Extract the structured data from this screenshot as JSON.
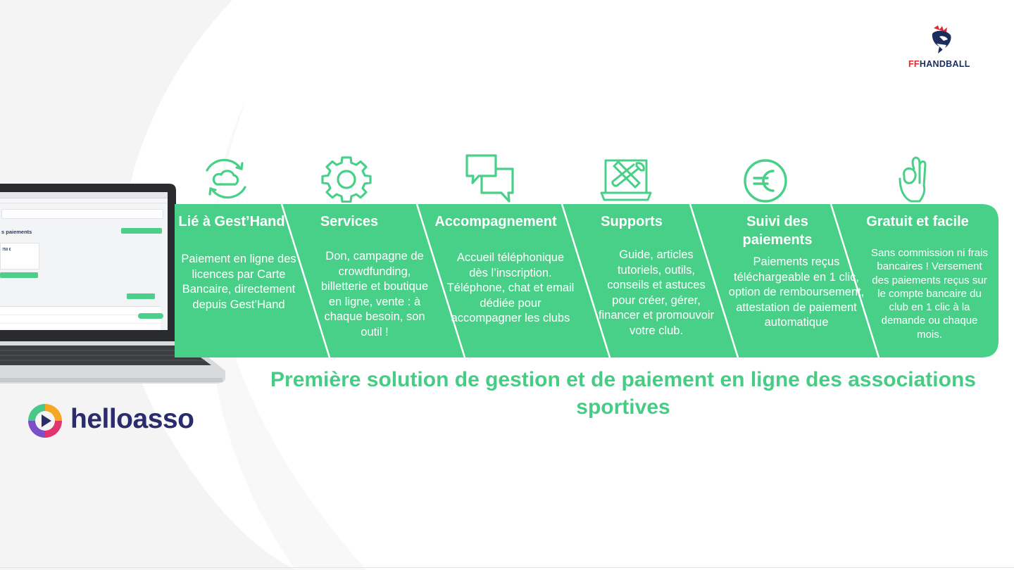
{
  "brand": {
    "ffhandball": {
      "prefix": "FF",
      "suffix": "HANDBALL",
      "prefix_color": "#e3272c",
      "suffix_color": "#1b2d5c"
    },
    "helloasso": {
      "label": "helloasso",
      "color": "#2b2c6b"
    }
  },
  "colors": {
    "band_green": "#48d088",
    "headline_green": "#46cc85"
  },
  "laptop_screen": {
    "page_title": "s paiements",
    "amount": "750 €"
  },
  "columns": [
    {
      "icon": "cloud-sync-icon",
      "title": "Lié à Gest’Hand",
      "body": "Paiement en ligne des licences par Carte Bancaire, directement depuis Gest’Hand"
    },
    {
      "icon": "gear-icon",
      "title": "Services",
      "body": "Don, campagne de crowdfunding, billetterie et boutique en ligne, vente : à chaque besoin, son outil !"
    },
    {
      "icon": "chat-bubbles-icon",
      "title": "Accompagnement",
      "body": "Accueil téléphonique dès l’inscription. Téléphone, chat et email dédiée pour accompagner les clubs"
    },
    {
      "icon": "tools-laptop-icon",
      "title": "Supports",
      "body": "Guide, articles tutoriels, outils, conseils et astuces pour créer, gérer, financer et promouvoir votre club."
    },
    {
      "icon": "euro-icon",
      "title": "Suivi des paiements",
      "body": "Paiements reçus téléchargeable en 1 clic, option de remboursement, attestation de paiement automatique"
    },
    {
      "icon": "ok-hand-icon",
      "title": "Gratuit et facile",
      "body": "Sans commission ni frais bancaires ! Versement des paiements reçus sur le compte bancaire du club en 1 clic à la demande ou chaque mois."
    }
  ],
  "headline": "Première solution de gestion et de paiement en ligne des associations sportives"
}
